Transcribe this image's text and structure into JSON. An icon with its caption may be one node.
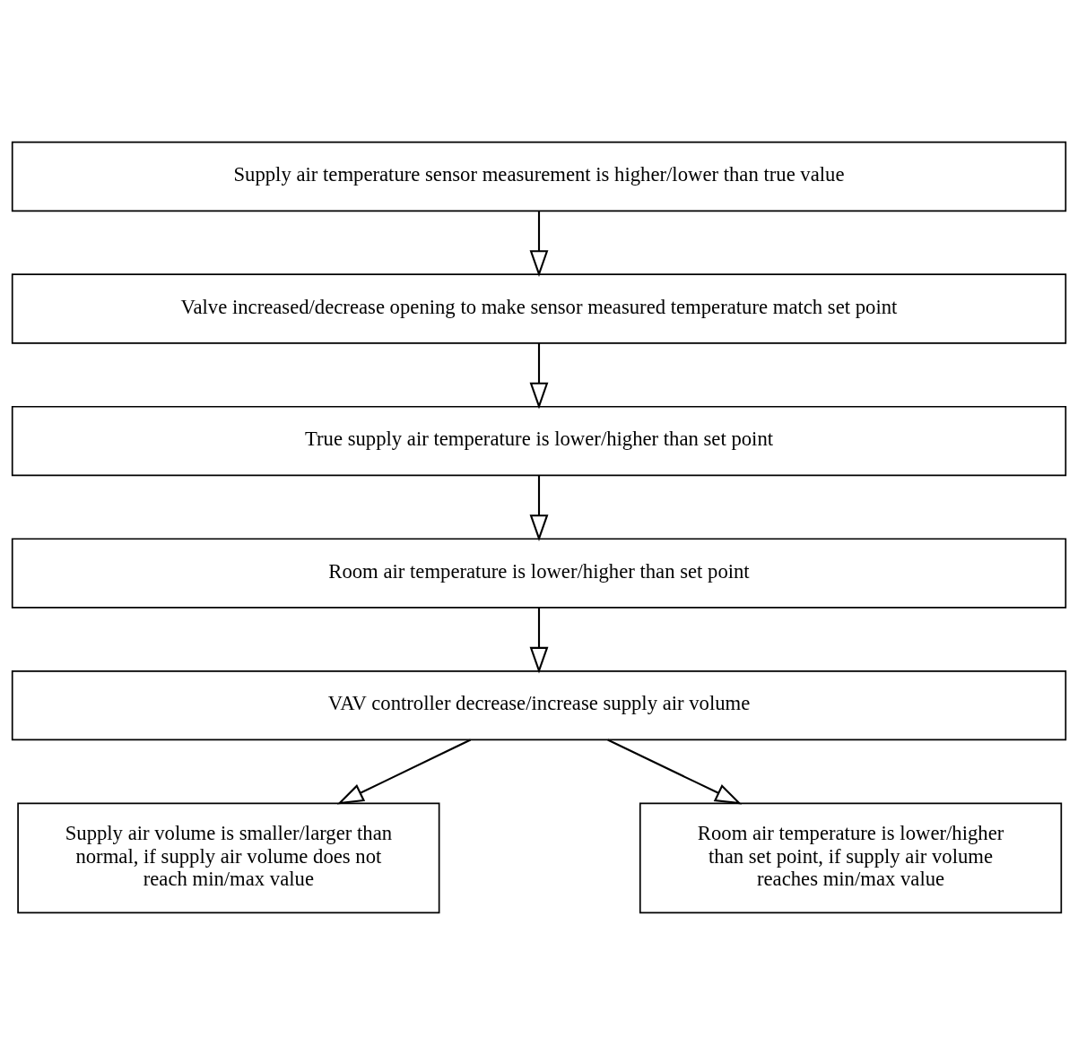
{
  "diagram": {
    "nodes": [
      {
        "text": [
          "Supply air temperature sensor measurement is higher/lower than true value"
        ]
      },
      {
        "text": [
          "Valve increased/decrease opening to make sensor measured temperature match set point"
        ]
      },
      {
        "text": [
          "True supply air temperature is lower/higher than set point"
        ]
      },
      {
        "text": [
          "Room air temperature is lower/higher than set point"
        ]
      },
      {
        "text": [
          "VAV controller decrease/increase supply air volume"
        ]
      },
      {
        "text": [
          "Supply air volume is smaller/larger than normal, if supply air volume does not reach min/max value"
        ]
      },
      {
        "text": [
          "Room air temperature is lower/higher than set point, if supply air volume reaches min/max value"
        ]
      }
    ],
    "edges": [
      {
        "from": 0,
        "to": 1,
        "arrow": "to"
      },
      {
        "from": 1,
        "to": 2,
        "arrow": "to"
      },
      {
        "from": 2,
        "to": 3,
        "arrow": "to"
      },
      {
        "from": 3,
        "to": 4,
        "arrow": "to"
      },
      {
        "from": 4,
        "to": 5,
        "arrow": "to"
      },
      {
        "from": 4,
        "to": 6,
        "arrow": "to"
      }
    ]
  }
}
